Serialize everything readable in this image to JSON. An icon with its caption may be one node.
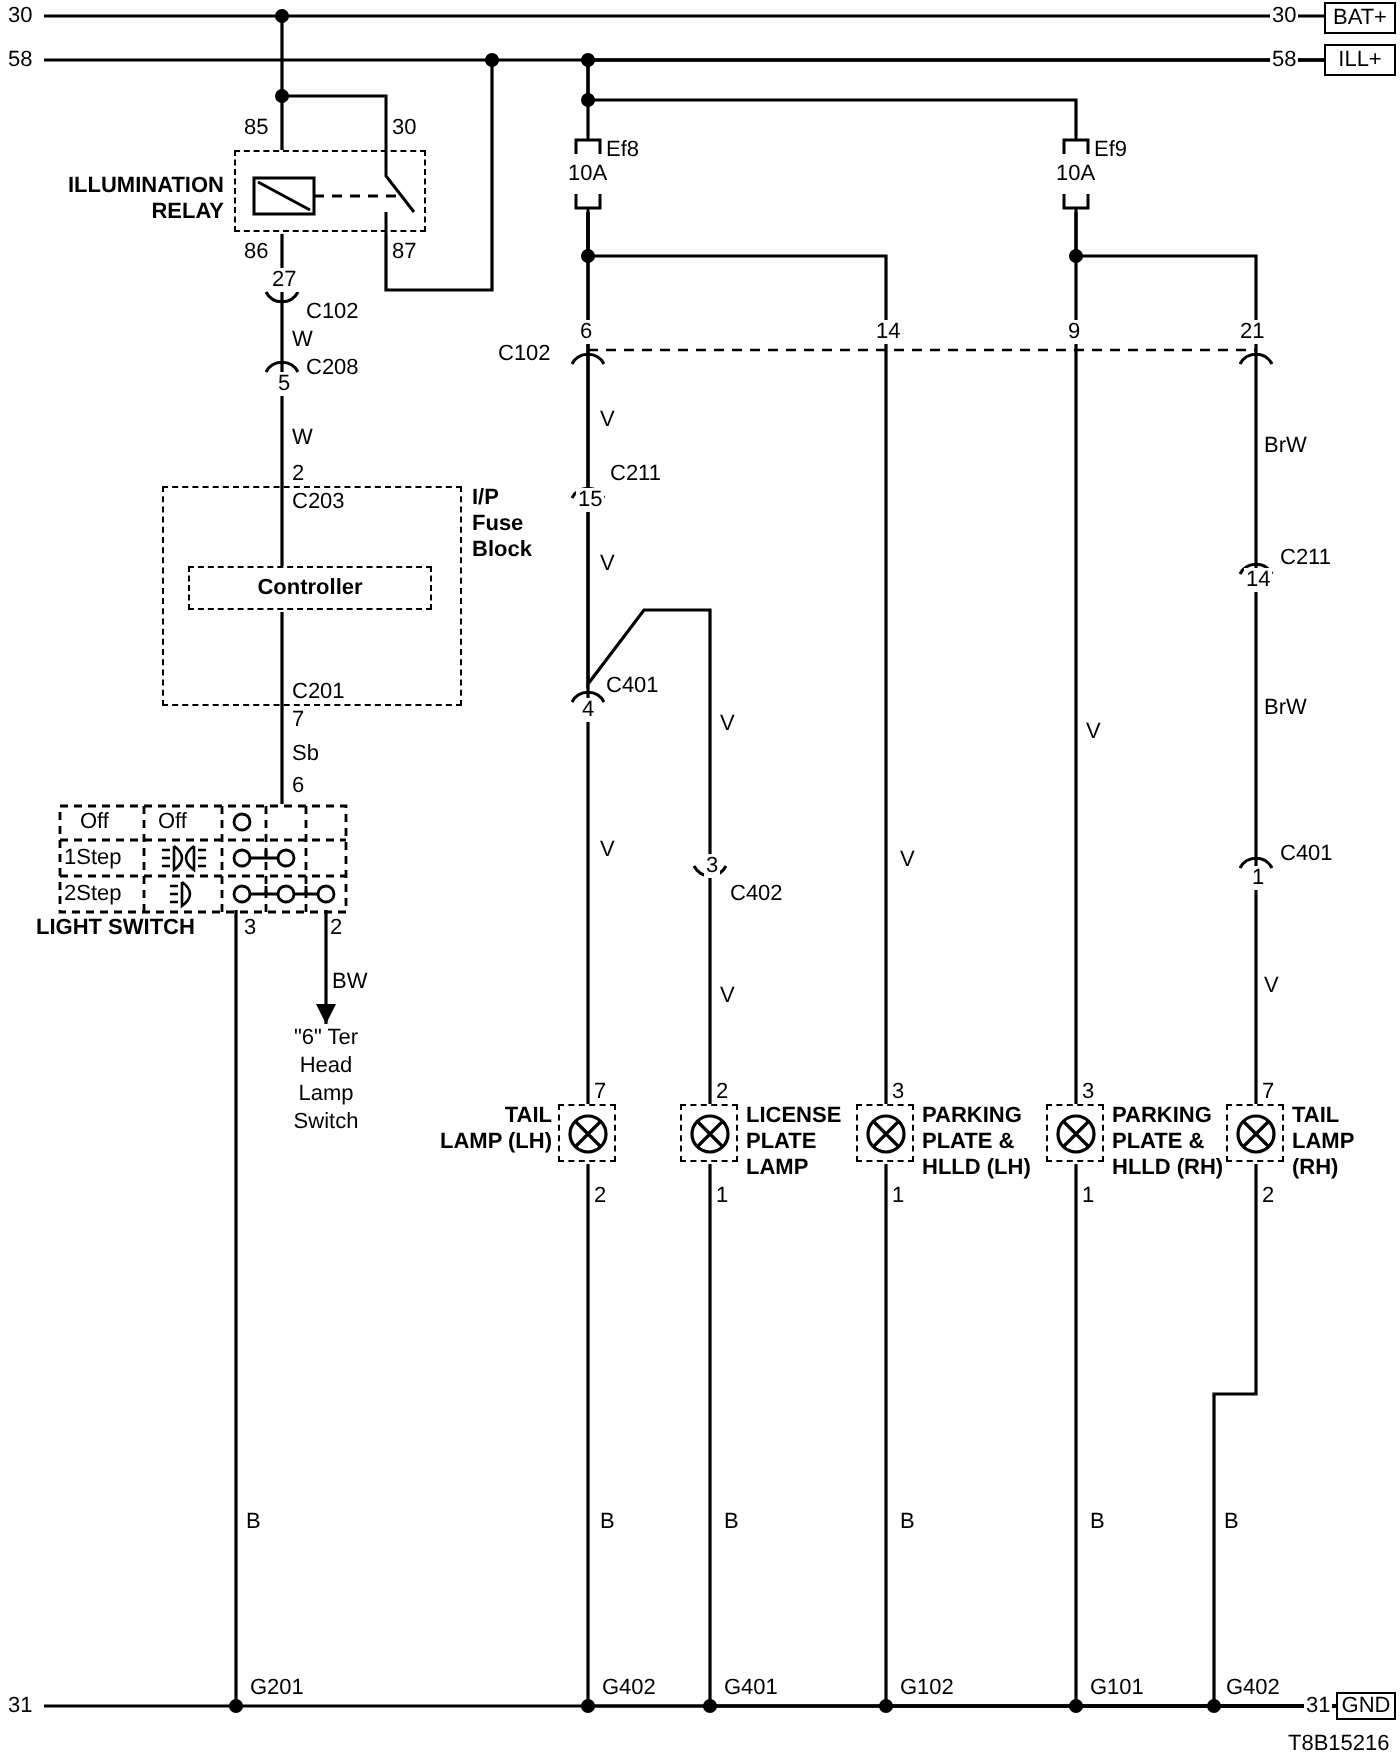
{
  "diagram": {
    "nodes": [
      {
        "text": [
          "BAT+"
        ]
      },
      {
        "text": [
          "ILL+"
        ]
      },
      {
        "text": [
          "GND"
        ]
      },
      {
        "text": [
          "ILLUMINATION RELAY"
        ]
      },
      {
        "text": [
          "I/P Fuse Block"
        ]
      },
      {
        "text": [
          "Controller"
        ],
        "in": 4
      },
      {
        "text": [
          "LIGHT SWITCH"
        ]
      },
      {
        "text": [
          "Ef8",
          "10A"
        ]
      },
      {
        "text": [
          "Ef9",
          "10A"
        ]
      },
      {
        "text": [
          "TAIL LAMP (LH)"
        ]
      },
      {
        "text": [
          "LICENSE PLATE LAMP"
        ]
      },
      {
        "text": [
          "PARKING PLATE & HLLD (LH)"
        ]
      },
      {
        "text": [
          "PARKING PLATE & HLLD (RH)"
        ]
      },
      {
        "text": [
          "TAIL LAMP (RH)"
        ]
      },
      {
        "text": [
          "\"6\" Ter Head Lamp Switch"
        ]
      }
    ],
    "edges": [
      {
        "from": 3,
        "to": 0,
        "arrow": "none"
      },
      {
        "from": 3,
        "to": 1,
        "arrow": "none"
      },
      {
        "from": 7,
        "to": 1,
        "arrow": "none"
      },
      {
        "from": 8,
        "to": 1,
        "arrow": "none"
      },
      {
        "from": 3,
        "to": 5,
        "arrow": "none"
      },
      {
        "from": 5,
        "to": 6,
        "arrow": "none"
      },
      {
        "from": 6,
        "to": 14,
        "arrow": "to"
      },
      {
        "from": 6,
        "to": 2,
        "arrow": "none"
      },
      {
        "from": 7,
        "to": 9,
        "arrow": "none"
      },
      {
        "from": 7,
        "to": 10,
        "arrow": "none"
      },
      {
        "from": 7,
        "to": 11,
        "arrow": "none"
      },
      {
        "from": 8,
        "to": 12,
        "arrow": "none"
      },
      {
        "from": 8,
        "to": 13,
        "arrow": "none"
      },
      {
        "from": 9,
        "to": 2,
        "arrow": "none"
      },
      {
        "from": 10,
        "to": 2,
        "arrow": "none"
      },
      {
        "from": 11,
        "to": 2,
        "arrow": "none"
      },
      {
        "from": 12,
        "to": 2,
        "arrow": "none"
      },
      {
        "from": 13,
        "to": 2,
        "arrow": "none"
      }
    ],
    "labels": [
      "30",
      "30",
      "58",
      "58",
      "85",
      "30",
      "86",
      "87",
      "27",
      "C102",
      "W",
      "C208",
      "5",
      "W",
      "2",
      "C203",
      "6",
      "C102",
      "14",
      "9",
      "21",
      "V",
      "15",
      "C211",
      "BrW",
      "V",
      "14",
      "C211",
      "C201",
      "7",
      "4",
      "C401",
      "BrW",
      "V",
      "V",
      "Sb",
      "6",
      "Off",
      "Off",
      "1Step",
      "2Step",
      "V",
      "V",
      "1",
      "C401",
      "3",
      "C402",
      "3",
      "2",
      "BW",
      "V",
      "V",
      "7",
      "2",
      "3",
      "3",
      "7",
      "2",
      "1",
      "1",
      "1",
      "2",
      "B",
      "B",
      "B",
      "B",
      "B",
      "B",
      "G201",
      "G402",
      "G401",
      "G102",
      "G101",
      "G402",
      "31",
      "31",
      "T8B15216"
    ]
  }
}
